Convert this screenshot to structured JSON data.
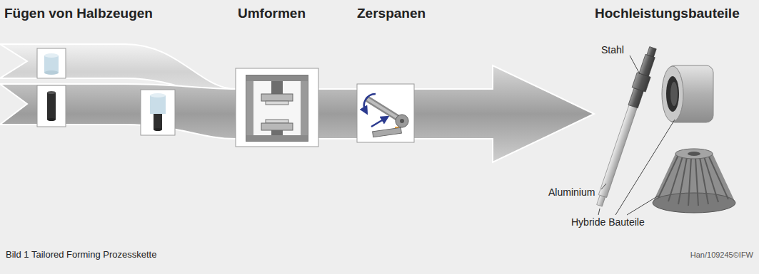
{
  "diagram": {
    "caption": "Bild 1 Tailored Forming Prozesskette",
    "labels": [
      "Fügen von Halbzeugen",
      "Umformen",
      "Zerspanen",
      "Hochleistungsbauteile",
      "Stahl",
      "Aluminium",
      "Hybride Bauteile",
      "Han/109245©IFW"
    ]
  }
}
